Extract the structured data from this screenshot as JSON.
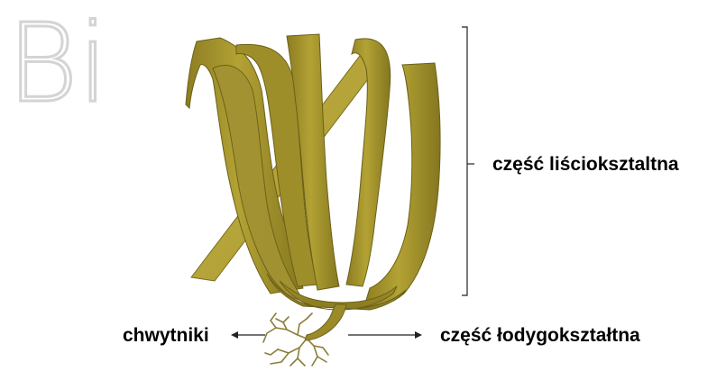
{
  "logo": {
    "text": "Bi",
    "color": "#d9d9d9"
  },
  "labels": {
    "blade": "część liścioksztaltna",
    "holdfast": "chwytniki",
    "stipe": "część łodygokształtna"
  },
  "colors": {
    "thallus_light": "#b8a536",
    "thallus_mid": "#9a8a26",
    "thallus_dark": "#74681a",
    "outline": "#6b6018",
    "holdfast": "#8a7e3a",
    "annotation_line": "#222222"
  }
}
